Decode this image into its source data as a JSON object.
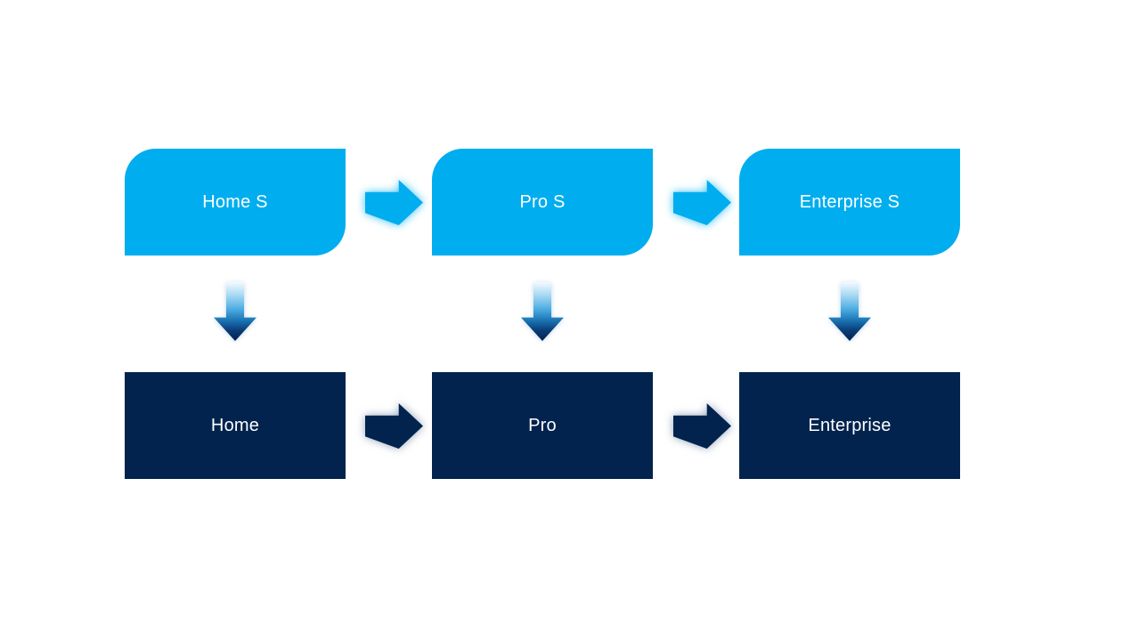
{
  "diagram": {
    "type": "flowchart",
    "nodes": {
      "top": [
        {
          "label": "Home S"
        },
        {
          "label": "Pro S"
        },
        {
          "label": "Enterprise S"
        }
      ],
      "bottom": [
        {
          "label": "Home"
        },
        {
          "label": "Pro"
        },
        {
          "label": "Enterprise"
        }
      ]
    },
    "connections": {
      "horizontal_top": [
        "Home S → Pro S",
        "Pro S → Enterprise S"
      ],
      "horizontal_bottom": [
        "Home → Pro",
        "Pro → Enterprise"
      ],
      "vertical": [
        "Home S → Home",
        "Pro S → Pro",
        "Enterprise S → Enterprise"
      ]
    },
    "colors": {
      "top_box_fill": "#00ADEF",
      "bottom_box_fill": "#02234E",
      "label_text": "#FFFFFF",
      "background": "#FFFFFF",
      "top_arrow_fill": "#00ADEF",
      "bottom_arrow_fill": "#02234E",
      "down_arrow_gradient_start": "#F2FAFE",
      "down_arrow_gradient_mid": "#4FAFE2",
      "down_arrow_gradient_end": "#03234E"
    }
  }
}
